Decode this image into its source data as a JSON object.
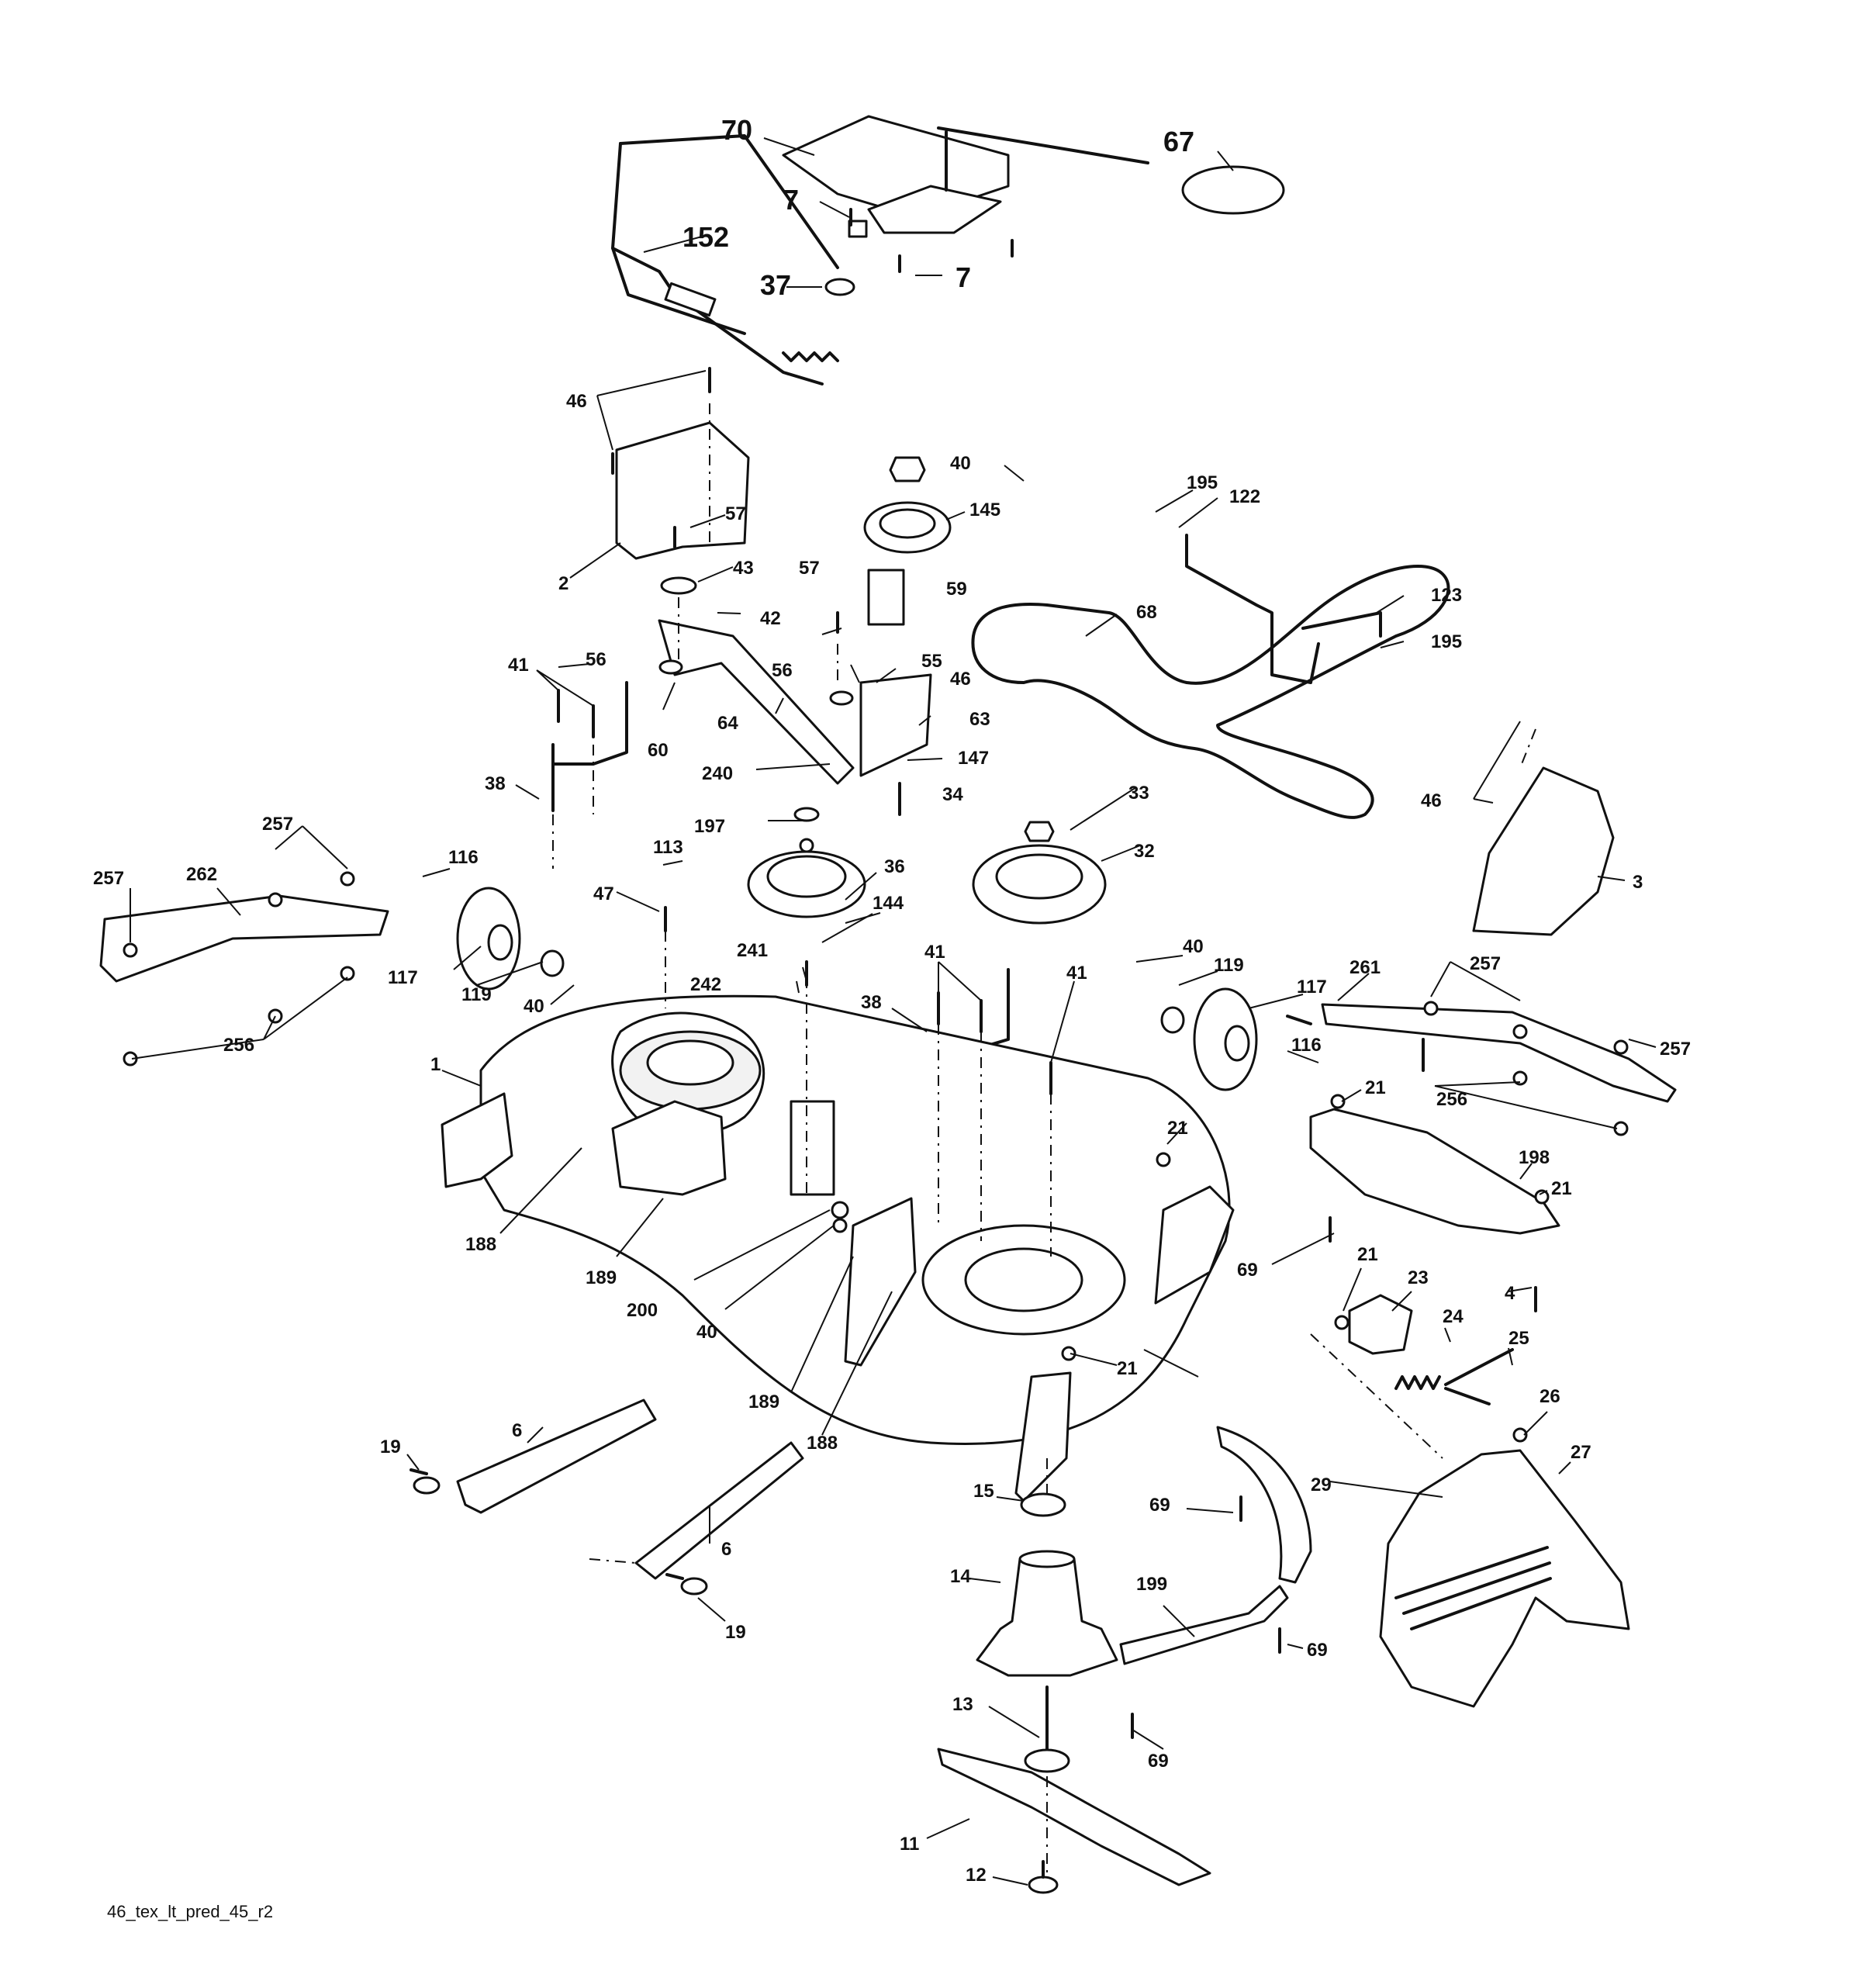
{
  "drawing_ref": "46_tex_lt_pred_45_r2",
  "callouts": {
    "c70": "70",
    "c67": "67",
    "c7a": "7",
    "c7b": "7",
    "c152": "152",
    "c37": "37",
    "c46a": "46",
    "c2": "2",
    "c40a": "40",
    "c145": "145",
    "c57a": "57",
    "c43": "43",
    "c42": "42",
    "c57b": "57",
    "c59": "59",
    "c195a": "195",
    "c122": "122",
    "c68": "68",
    "c123": "123",
    "c195b": "195",
    "c41a": "41",
    "c56a": "56",
    "c60": "60",
    "c56b": "56",
    "c55": "55",
    "c46b": "46",
    "c64": "64",
    "c63": "63",
    "c147": "147",
    "c240": "240",
    "c34": "34",
    "c38a": "38",
    "c197": "197",
    "c33": "33",
    "c46c": "46",
    "c3": "3",
    "c257a": "257",
    "c257b": "257",
    "c262": "262",
    "c116a": "116",
    "c113": "113",
    "c36": "36",
    "c32": "32",
    "c47": "47",
    "c144": "144",
    "c117a": "117",
    "c119a": "119",
    "c40b": "40",
    "c241": "241",
    "c242": "242",
    "c41b": "41",
    "c41c": "41",
    "c40c": "40",
    "c119b": "119",
    "c117b": "117",
    "c261": "261",
    "c257c": "257",
    "c257d": "257",
    "c256a": "256",
    "c1": "1",
    "c38b": "38",
    "c116b": "116",
    "c21a": "21",
    "c256b": "256",
    "c21b": "21",
    "c198": "198",
    "c21c": "21",
    "c188a": "188",
    "c189a": "189",
    "c200": "200",
    "c40d": "40",
    "c69a": "69",
    "c4": "4",
    "c21d": "21",
    "c23": "23",
    "c24": "24",
    "c21e": "21",
    "c25": "25",
    "c189b": "189",
    "c188b": "188",
    "c26": "26",
    "c27": "27",
    "c6a": "6",
    "c19a": "19",
    "c15": "15",
    "c29": "29",
    "c69b": "69",
    "c6b": "6",
    "c14": "14",
    "c199": "199",
    "c19b": "19",
    "c69c": "69",
    "c13": "13",
    "c69d": "69",
    "c11": "11",
    "c12": "12"
  }
}
